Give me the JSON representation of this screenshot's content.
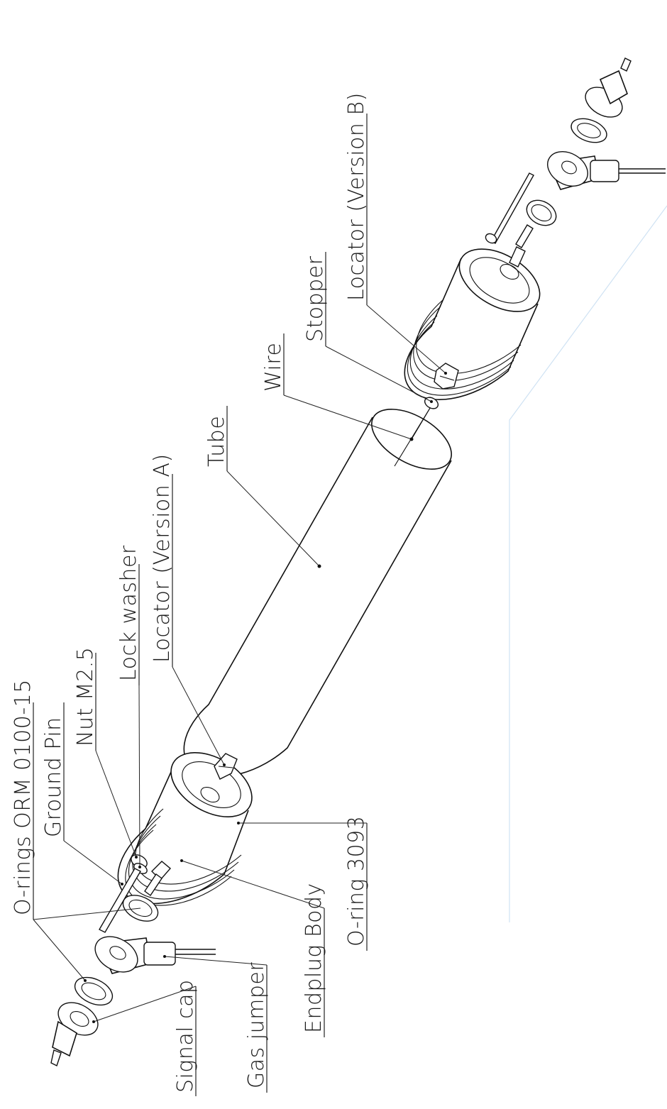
{
  "labels": {
    "o_rings_orm": "O-rings ORM 0100-15",
    "ground_pin": "Ground Pin",
    "nut": "Nut M2.5",
    "lock_washer": "Lock washer",
    "locator_a": "Locator (Version A)",
    "tube": "Tube",
    "wire": "Wire",
    "stopper": "Stopper",
    "locator_b": "Locator (Version B)",
    "o_ring_3093": "O-ring 3093",
    "endplug_body": "Endplug Body",
    "gas_jumper": "Gas jumper",
    "signal_cap": "Signal cap"
  }
}
